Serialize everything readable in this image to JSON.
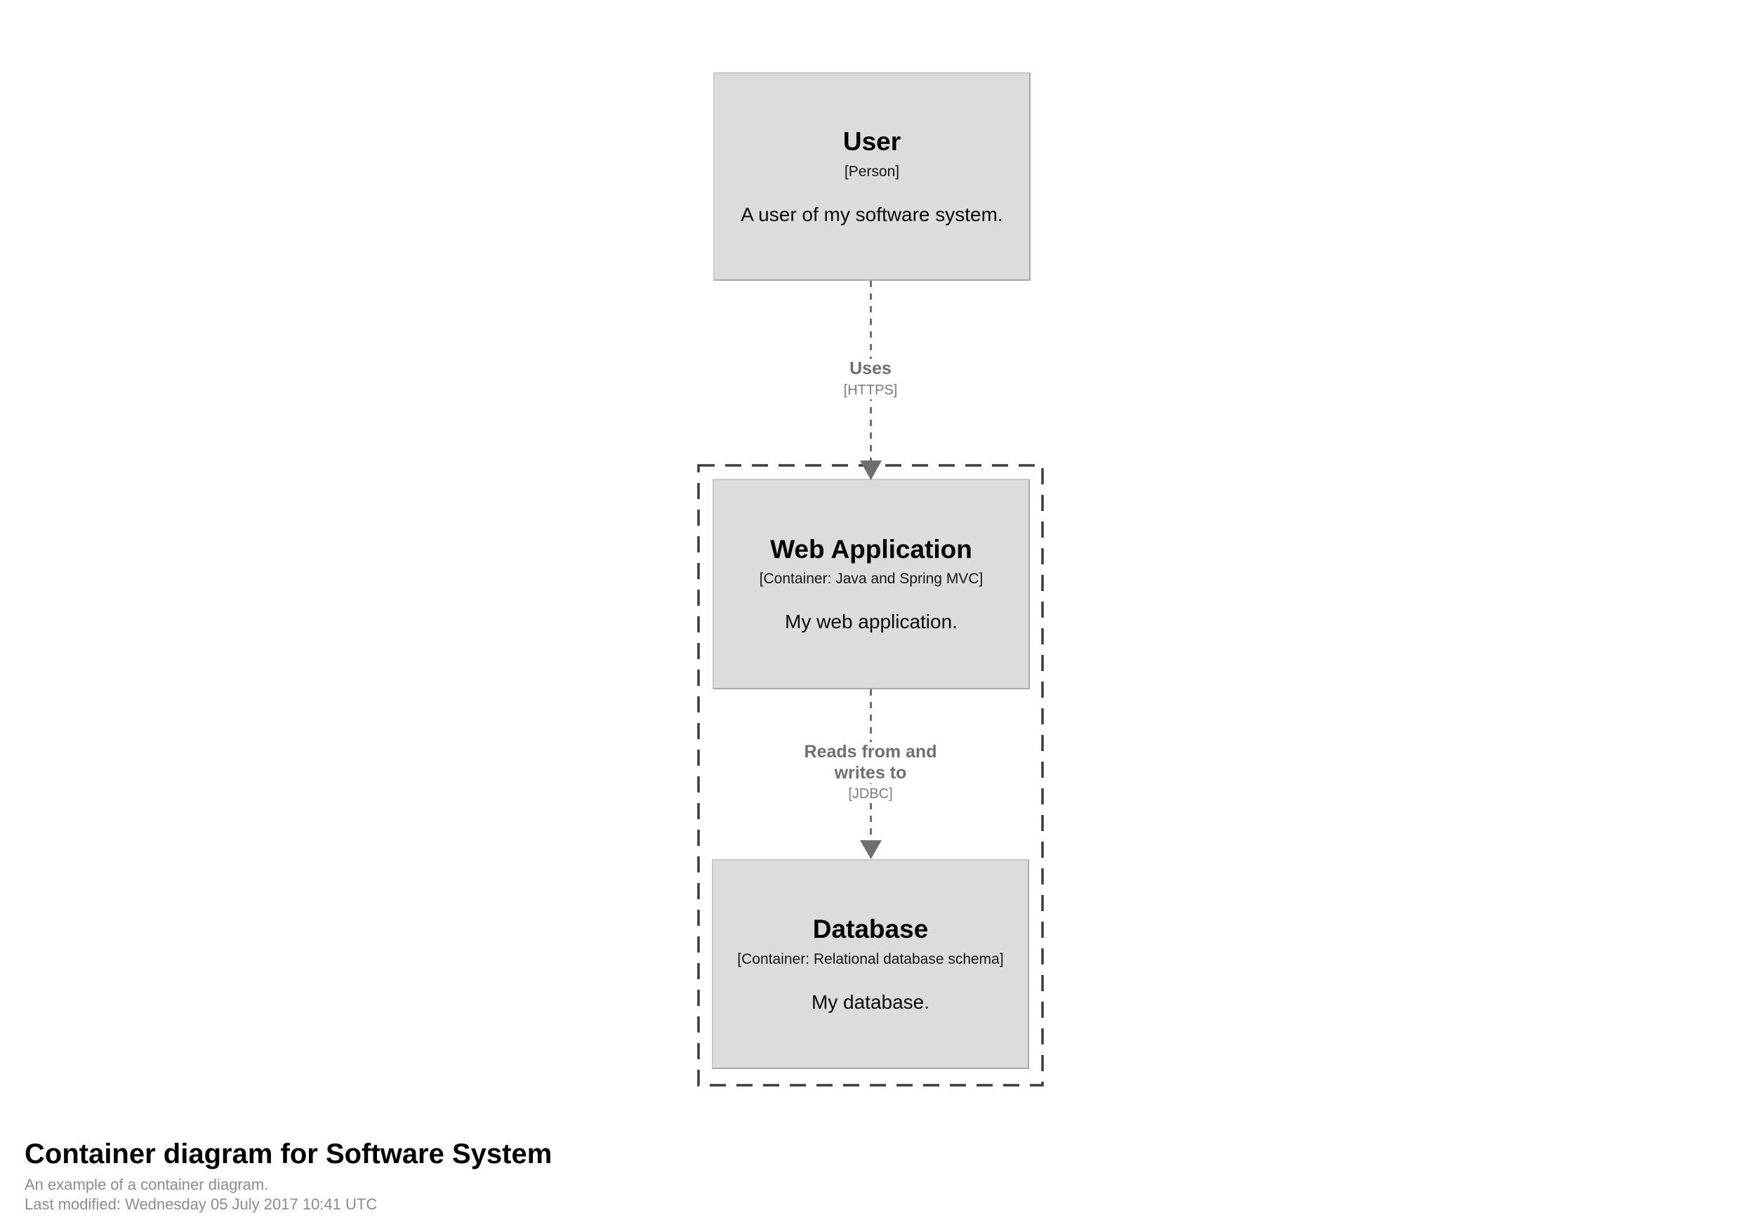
{
  "colors": {
    "node_fill": "#dcdcdc",
    "node_border": "#a9a9a9",
    "boundary_stroke": "#3b3b3b",
    "connector": "#6f6f6f",
    "relationship_text": "#6f6f6f",
    "footer_muted": "#8c8c8c",
    "background": "#ffffff"
  },
  "nodes": {
    "user": {
      "name": "User",
      "meta": "[Person]",
      "description": "A user of my software system."
    },
    "webapp": {
      "name": "Web Application",
      "meta": "[Container: Java and Spring MVC]",
      "description": "My web application."
    },
    "database": {
      "name": "Database",
      "meta": "[Container: Relational database schema]",
      "description": "My database."
    }
  },
  "relationships": {
    "user_webapp": {
      "label": "Uses",
      "tech": "[HTTPS]"
    },
    "webapp_database": {
      "label_lines": [
        "Reads from and",
        "writes to"
      ],
      "tech": "[JDBC]"
    }
  },
  "footer": {
    "title": "Container diagram for Software System",
    "subtitle": "An example of a container diagram.",
    "last_modified": "Last modified: Wednesday 05 July 2017 10:41 UTC"
  }
}
